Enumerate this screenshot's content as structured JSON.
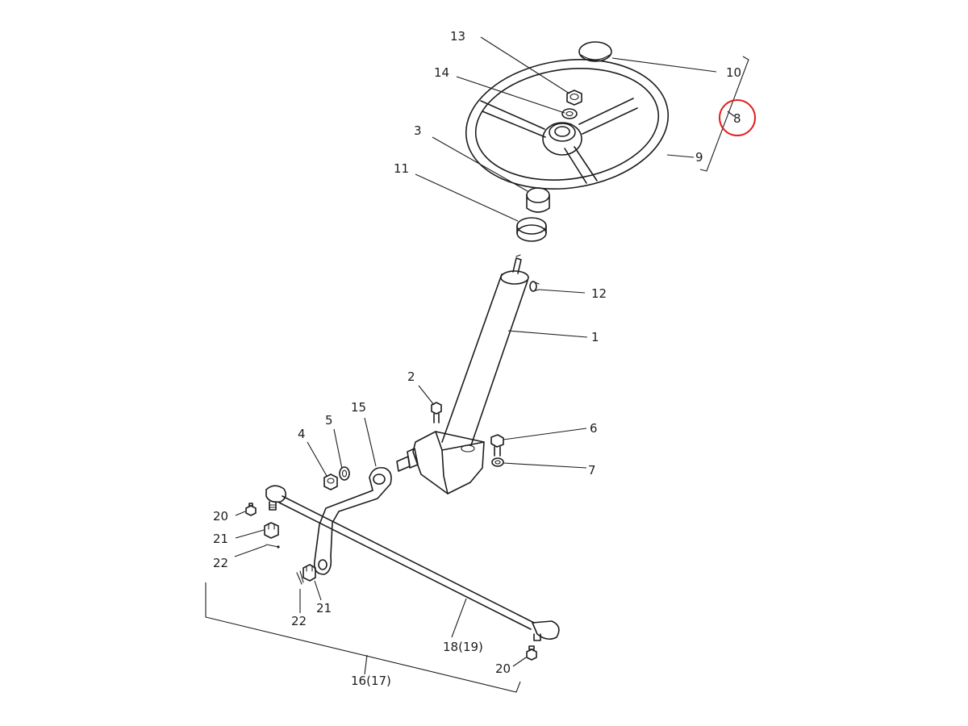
{
  "diagram": {
    "highlight_color": "#e02020",
    "line_color": "#1c1c1c",
    "labels": {
      "p1": "1",
      "p2": "2",
      "p3": "3",
      "p4": "4",
      "p5": "5",
      "p6": "6",
      "p7": "7",
      "p8": "8",
      "p9": "9",
      "p10": "10",
      "p11": "11",
      "p12": "12",
      "p13": "13",
      "p14": "14",
      "p15": "15",
      "p16": "16(17)",
      "p18": "18(19)",
      "p20a": "20",
      "p20b": "20",
      "p21a": "21",
      "p21b": "21",
      "p22a": "22",
      "p22b": "22"
    },
    "highlighted_part": "8"
  }
}
